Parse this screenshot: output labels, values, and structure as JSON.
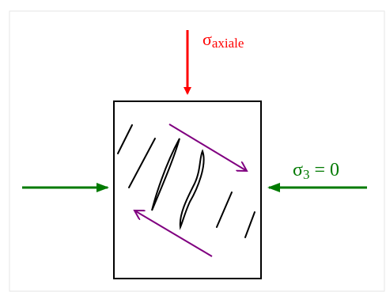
{
  "labels": {
    "axial_stress_symbol": "σ",
    "axial_stress_subscript": "axiale",
    "confining_stress_symbol": "σ",
    "confining_stress_subscript": "3",
    "confining_stress_value": " = 0"
  },
  "colors": {
    "axial_arrow": "#ff0000",
    "confining_arrows": "#007a00",
    "shear_arrows": "#800080",
    "specimen_outline": "#000000",
    "cracks": "#000000",
    "frame_border": "#e6e6e6"
  }
}
